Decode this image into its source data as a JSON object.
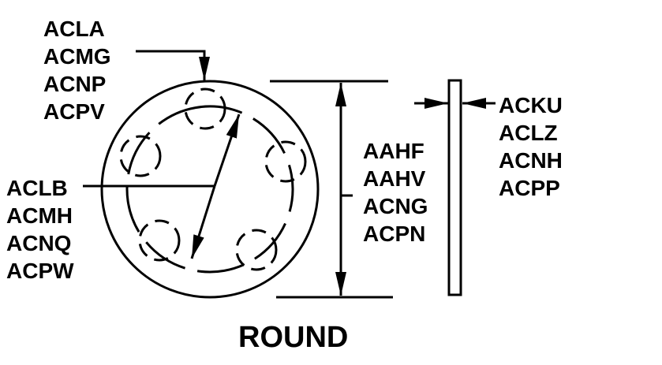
{
  "labels": {
    "top_left": [
      "ACLA",
      "ACMG",
      "ACNP",
      "ACPV"
    ],
    "mid_left": [
      "ACLB",
      "ACMH",
      "ACNQ",
      "ACPW"
    ],
    "center": [
      "AAHF",
      "AAHV",
      "ACNG",
      "ACPN"
    ],
    "right": [
      "ACKU",
      "ACLZ",
      "ACNH",
      "ACPP"
    ]
  },
  "title": "ROUND"
}
